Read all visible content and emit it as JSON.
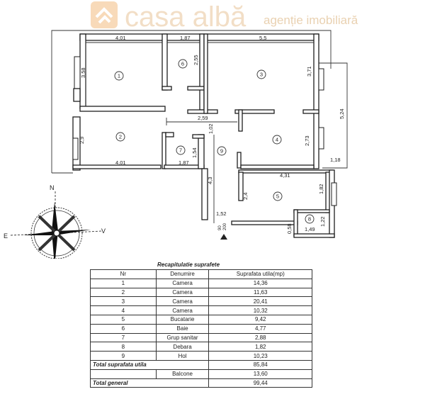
{
  "watermark": {
    "brand": "casa albă",
    "subtitle": "agenție imobiliară",
    "logo_color": "#f3c28a"
  },
  "plan": {
    "rooms": [
      "1",
      "2",
      "3",
      "4",
      "5",
      "6",
      "7",
      "8",
      "9"
    ],
    "dims": {
      "r1_w": "4,01",
      "r6_w": "1,87",
      "r3_w": "5,5",
      "r1_h": "3,58",
      "r6_h": "2,55",
      "r3_h": "3,71",
      "balc_h": "5,24",
      "hall_w": "2,59",
      "hall_h": "1,02",
      "r2_h": "2,9",
      "r2_w": "4,01",
      "r7_w": "1,87",
      "r7_h": "1,54",
      "r4_h": "2,73",
      "balc_w": "1,18",
      "r5_w": "4,31",
      "r5_h": "1,82",
      "r5_h2": "2,4",
      "hall_l": "4,3",
      "hall_b": "1,52",
      "r8_h": "1,22",
      "r8_w": "1,49",
      "r8_d": "0,58",
      "door_w": "90",
      "door_h": "200"
    }
  },
  "compass": {
    "north": "N",
    "east": "E",
    "west": "V"
  },
  "table": {
    "title": "Recapitulatie suprafete",
    "headers": [
      "Nr",
      "Denumire",
      "Suprafata utila(mp)"
    ],
    "rows": [
      [
        "1",
        "Camera",
        "14,36"
      ],
      [
        "2",
        "Camera",
        "11,63"
      ],
      [
        "3",
        "Camera",
        "20,41"
      ],
      [
        "4",
        "Camera",
        "10,32"
      ],
      [
        "5",
        "Bucatarie",
        "9,42"
      ],
      [
        "6",
        "Baie",
        "4,77"
      ],
      [
        "7",
        "Grup sanitar",
        "2,88"
      ],
      [
        "8",
        "Debara",
        "1,82"
      ],
      [
        "9",
        "Hol",
        "10,23"
      ]
    ],
    "total_utila_label": "Total suprafata utila",
    "total_utila": "85,84",
    "balcon_label": "Balcone",
    "balcon": "13,60",
    "total_general_label": "Total general",
    "total_general": "99,44"
  }
}
